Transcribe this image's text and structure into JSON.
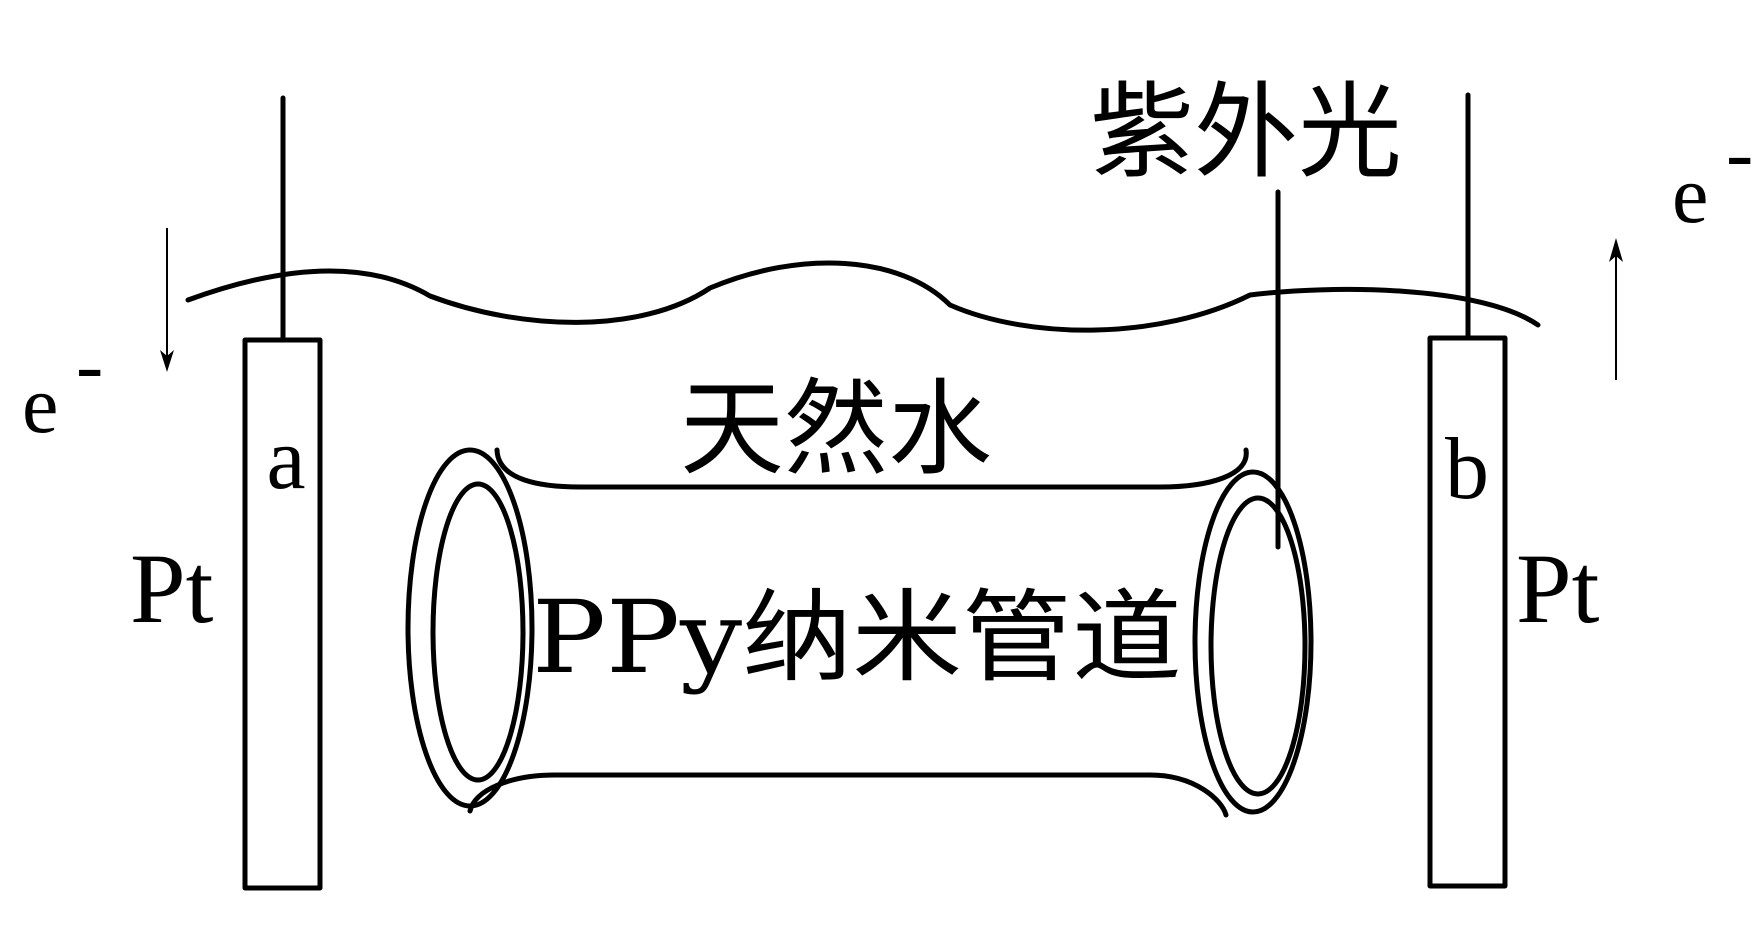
{
  "labels": {
    "uv_light": "紫外光",
    "natural_water": "天然水",
    "nanochannel": "PPy纳米管道",
    "electrode_a_letter": "a",
    "electrode_b_letter": "b",
    "electrode_a_material": "Pt",
    "electrode_b_material": "Pt",
    "electron_left": "e",
    "electron_left_charge": "-",
    "electron_right": "e",
    "electron_right_charge": "-"
  },
  "arrows": {
    "left_electron_direction": "down",
    "right_electron_direction": "up"
  },
  "colors": {
    "line": "#000000",
    "background": "#ffffff"
  }
}
